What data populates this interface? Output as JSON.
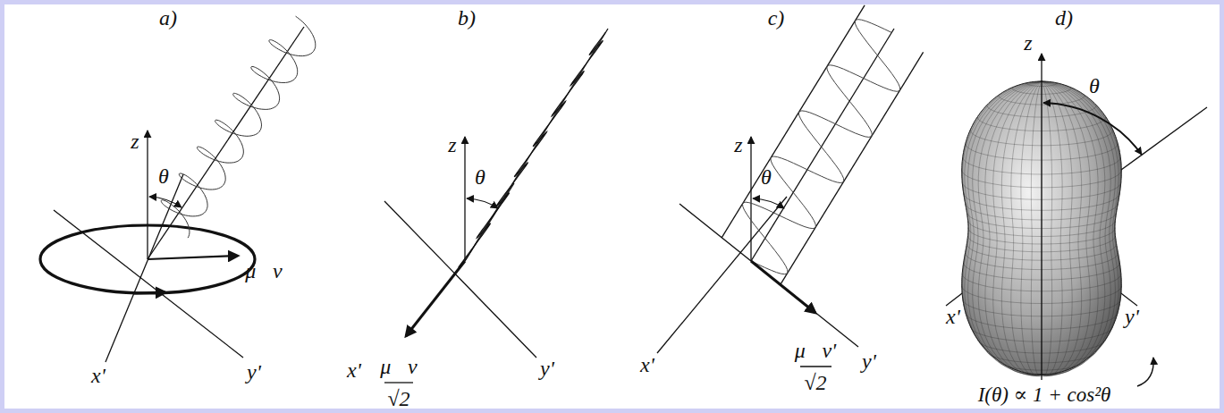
{
  "diagram": {
    "labels": [
      "a)",
      "z",
      "θ",
      "μ⃗ν",
      "x'",
      "y'",
      "b)",
      "z",
      "θ",
      "μ⃗ν",
      "√2",
      "x'",
      "y'",
      "c)",
      "z",
      "θ",
      "μ⃗ν'",
      "√2",
      "x'",
      "y'",
      "d)",
      "z",
      "θ",
      "x'",
      "y'",
      "I(θ) ∝ 1 + cos²θ"
    ]
  }
}
